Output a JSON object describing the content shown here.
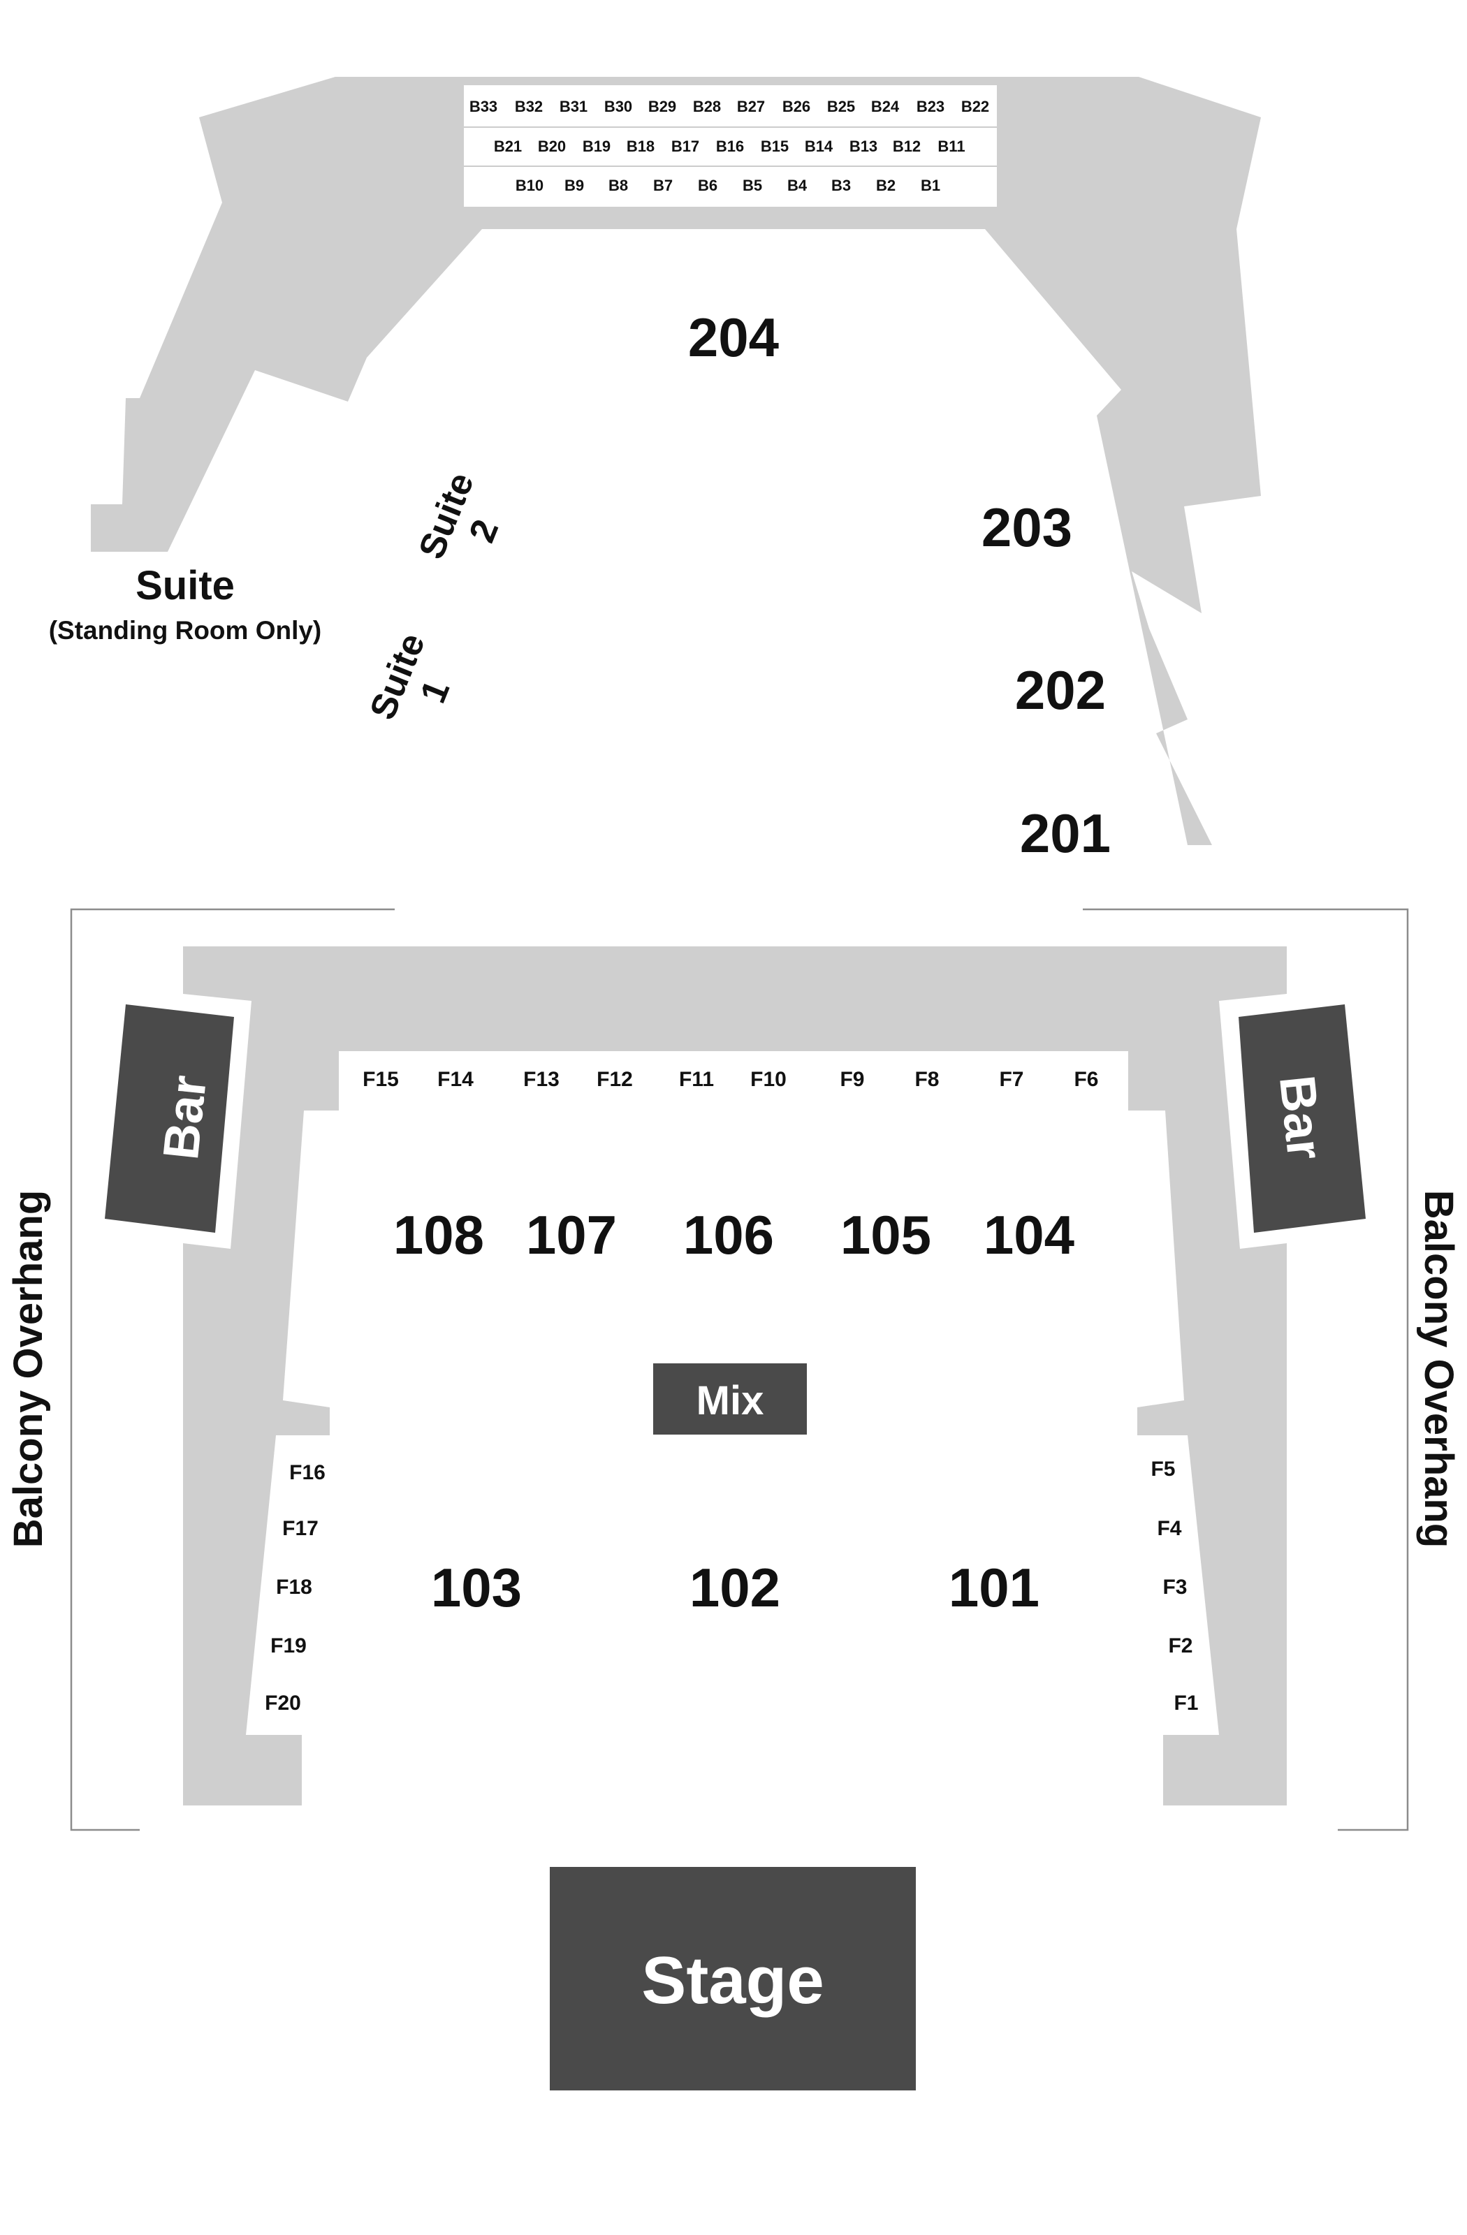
{
  "balcony": {
    "box_rows": [
      [
        "B33",
        "B32",
        "B31",
        "B30",
        "B29",
        "B28",
        "B27",
        "B26",
        "B25",
        "B24",
        "B23",
        "B22"
      ],
      [
        "B21",
        "B20",
        "B19",
        "B18",
        "B17",
        "B16",
        "B15",
        "B14",
        "B13",
        "B12",
        "B11"
      ],
      [
        "B10",
        "B9",
        "B8",
        "B7",
        "B6",
        "B5",
        "B4",
        "B3",
        "B2",
        "B1"
      ]
    ],
    "sections": [
      "204",
      "203",
      "202",
      "201"
    ],
    "suite_label": "Suite",
    "suite_sub": "(Standing Room Only)",
    "suite1_word": "Suite",
    "suite1_num": "1",
    "suite2_word": "Suite",
    "suite2_num": "2"
  },
  "floor": {
    "front_sections": [
      "108",
      "107",
      "106",
      "105",
      "104"
    ],
    "rear_sections": [
      "103",
      "102",
      "101"
    ],
    "top_rail_seats": [
      "F15",
      "F14",
      "F13",
      "F12",
      "F11",
      "F10",
      "F9",
      "F8",
      "F7",
      "F6"
    ],
    "left_rail_seats": [
      "F16",
      "F17",
      "F18",
      "F19",
      "F20"
    ],
    "right_rail_seats": [
      "F5",
      "F4",
      "F3",
      "F2",
      "F1"
    ],
    "bar_left": "Bar",
    "bar_right": "Bar",
    "mix": "Mix",
    "balcony_overhang_left": "Balcony Overhang",
    "balcony_overhang_right": "Balcony Overhang"
  },
  "stage": "Stage",
  "colors": {
    "seating_area": "#cfcfcf",
    "dark_block": "#4a4a4a",
    "outline": "#8c8c8c",
    "text": "#111111"
  }
}
